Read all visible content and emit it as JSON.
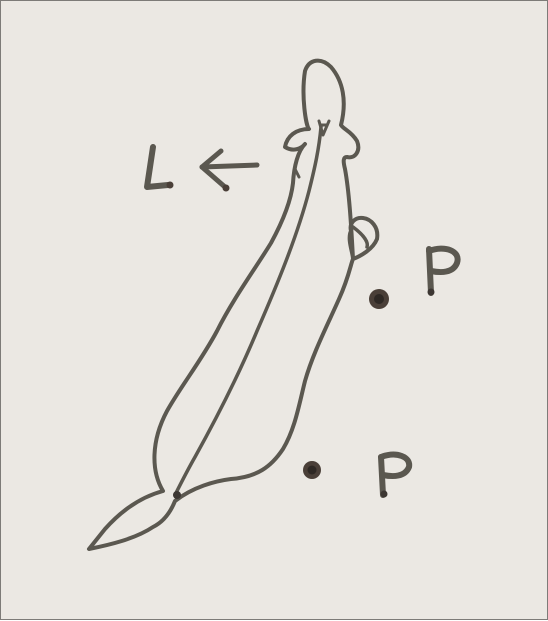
{
  "labels": {
    "left_letter": "L",
    "posterior_top": "P",
    "posterior_bottom": "P"
  },
  "arrow_icon": "left-arrow-icon",
  "colors": {
    "background": "#ebe8e3",
    "ink": "#5b5850",
    "dot": "#4a3f38",
    "border": "#7d7b78"
  }
}
